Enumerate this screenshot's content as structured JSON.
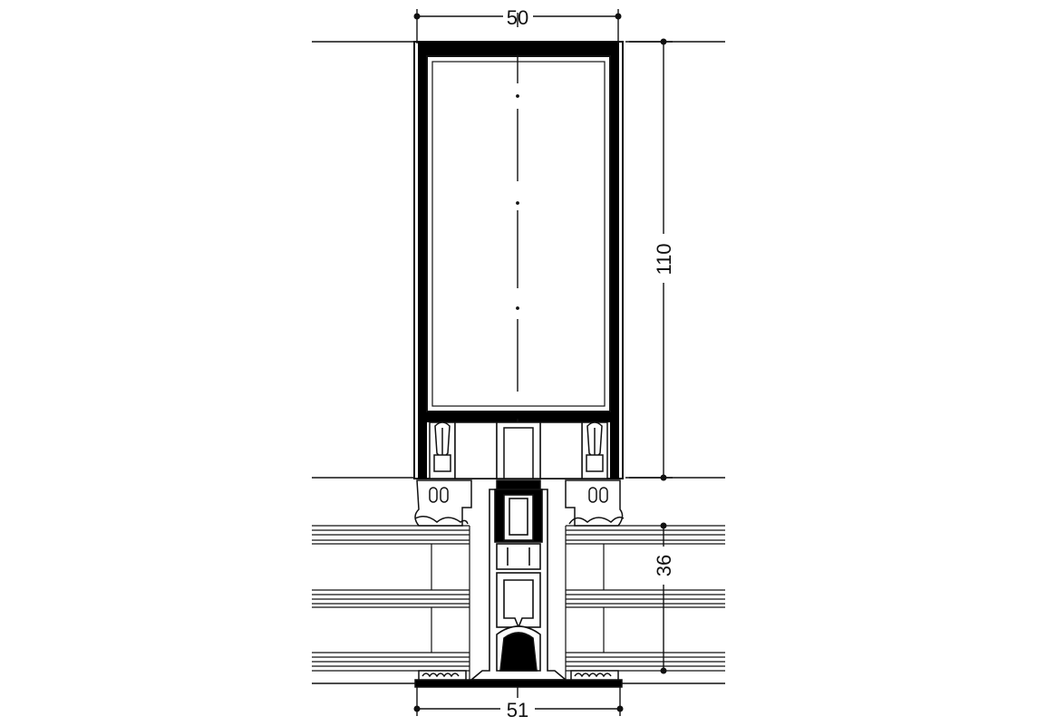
{
  "dimensions": {
    "top_width": "50",
    "height": "110",
    "glazing_thickness": "36",
    "bottom_width": "51"
  },
  "colors": {
    "line": "#111111",
    "fill": "#ffffff",
    "solid": "#000000"
  }
}
